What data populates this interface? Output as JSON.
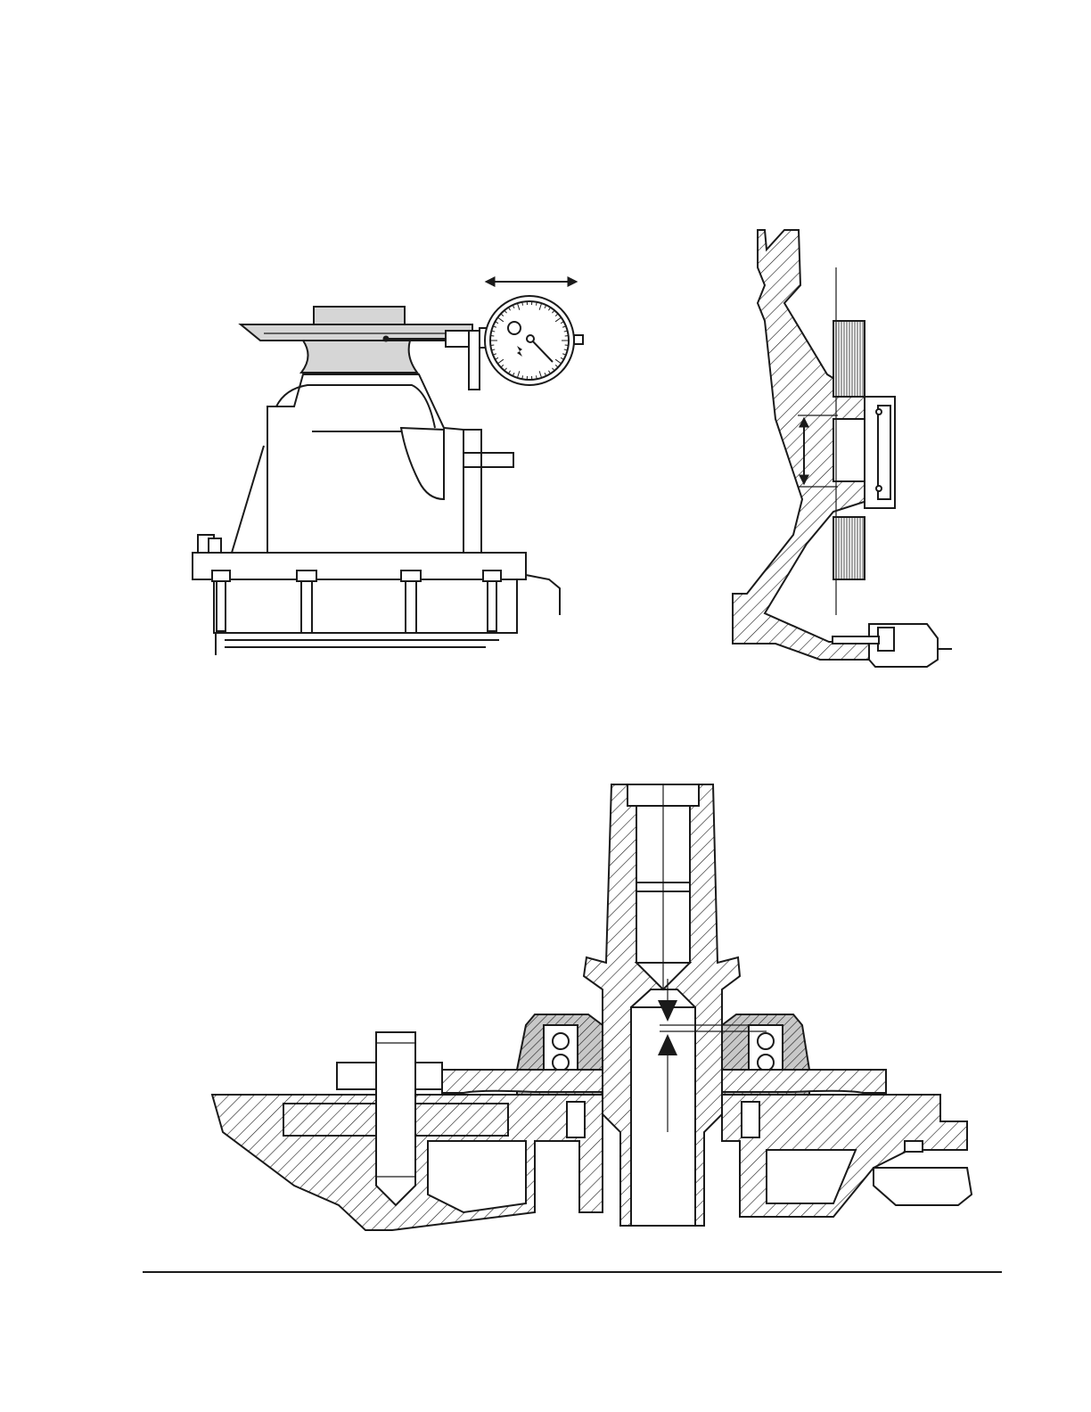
{
  "figures": [
    {
      "id": "fig-dial-indicator",
      "icon": "dial-indicator-icon"
    },
    {
      "id": "fig-flange-section",
      "icon": "cross-section-icon"
    },
    {
      "id": "fig-shaft-assembly",
      "icon": "cross-section-icon"
    }
  ],
  "colors": {
    "line": "#1a1a1a",
    "shade": "#d6d6d6",
    "background": "#ffffff"
  }
}
